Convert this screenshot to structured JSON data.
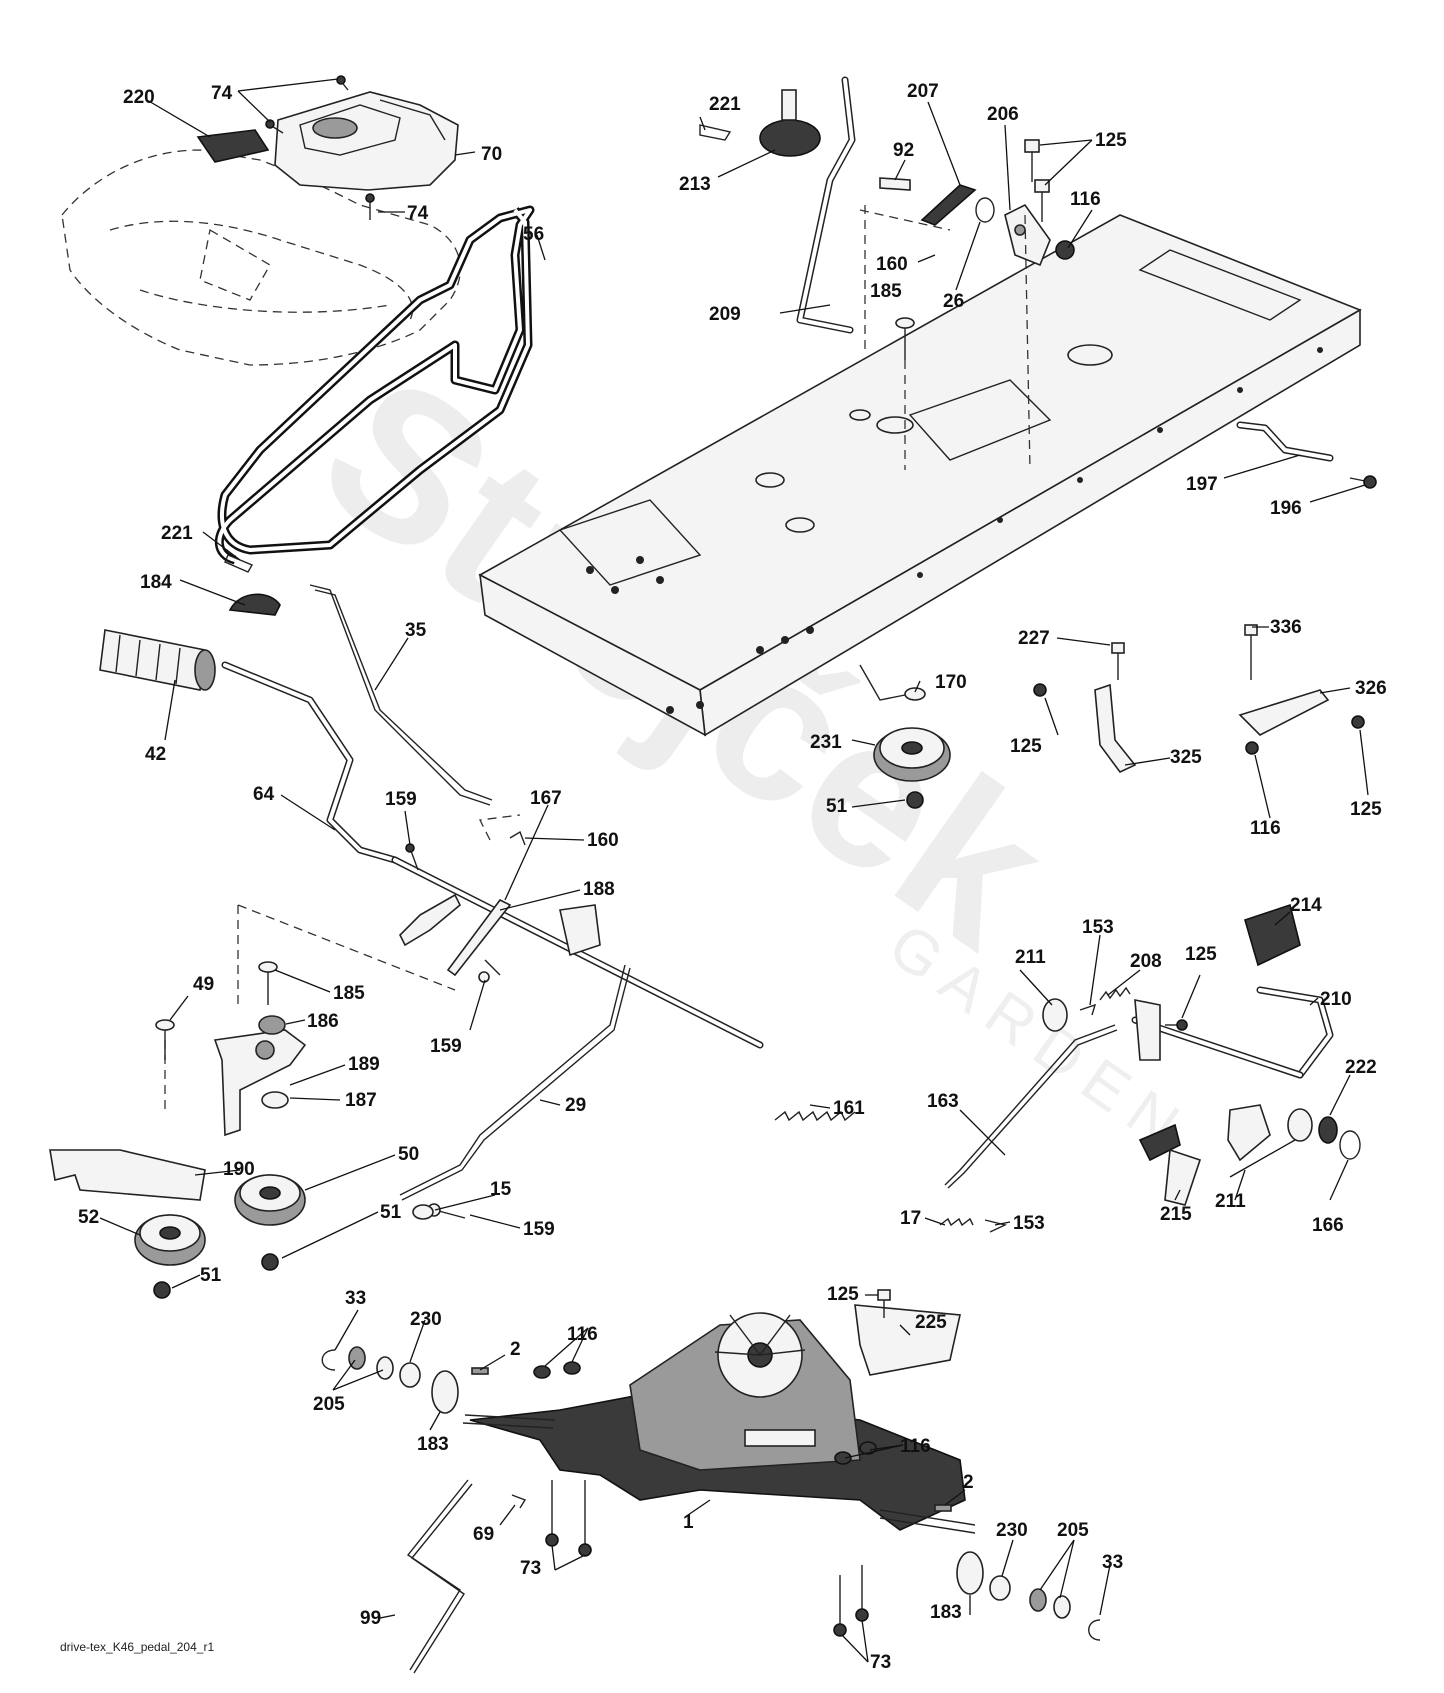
{
  "diagram": {
    "filename": "drive-tex_K46_pedal_204_r1",
    "watermark": "Strejček",
    "watermark_sub": "GARDEN",
    "callouts": [
      {
        "id": "c220",
        "label": "220"
      },
      {
        "id": "c74a",
        "label": "74"
      },
      {
        "id": "c70",
        "label": "70"
      },
      {
        "id": "c74b",
        "label": "74"
      },
      {
        "id": "c56",
        "label": "56"
      },
      {
        "id": "c221a",
        "label": "221"
      },
      {
        "id": "c213",
        "label": "213"
      },
      {
        "id": "c207",
        "label": "207"
      },
      {
        "id": "c92",
        "label": "92"
      },
      {
        "id": "c206",
        "label": "206"
      },
      {
        "id": "c125a",
        "label": "125"
      },
      {
        "id": "c116a",
        "label": "116"
      },
      {
        "id": "c160a",
        "label": "160"
      },
      {
        "id": "c26",
        "label": "26"
      },
      {
        "id": "c209",
        "label": "209"
      },
      {
        "id": "c185a",
        "label": "185"
      },
      {
        "id": "c197",
        "label": "197"
      },
      {
        "id": "c196",
        "label": "196"
      },
      {
        "id": "c221b",
        "label": "221"
      },
      {
        "id": "c184",
        "label": "184"
      },
      {
        "id": "c35",
        "label": "35"
      },
      {
        "id": "c42",
        "label": "42"
      },
      {
        "id": "c227",
        "label": "227"
      },
      {
        "id": "c170",
        "label": "170"
      },
      {
        "id": "c336",
        "label": "336"
      },
      {
        "id": "c326",
        "label": "326"
      },
      {
        "id": "c125b",
        "label": "125"
      },
      {
        "id": "c231",
        "label": "231"
      },
      {
        "id": "c325",
        "label": "325"
      },
      {
        "id": "c51a",
        "label": "51"
      },
      {
        "id": "c116b",
        "label": "116"
      },
      {
        "id": "c125c",
        "label": "125"
      },
      {
        "id": "c64",
        "label": "64"
      },
      {
        "id": "c159a",
        "label": "159"
      },
      {
        "id": "c167",
        "label": "167"
      },
      {
        "id": "c160b",
        "label": "160"
      },
      {
        "id": "c188",
        "label": "188"
      },
      {
        "id": "c214",
        "label": "214"
      },
      {
        "id": "c153a",
        "label": "153"
      },
      {
        "id": "c211a",
        "label": "211"
      },
      {
        "id": "c208",
        "label": "208"
      },
      {
        "id": "c125d",
        "label": "125"
      },
      {
        "id": "c49",
        "label": "49"
      },
      {
        "id": "c185b",
        "label": "185"
      },
      {
        "id": "c186",
        "label": "186"
      },
      {
        "id": "c159b",
        "label": "159"
      },
      {
        "id": "c189",
        "label": "189"
      },
      {
        "id": "c210",
        "label": "210"
      },
      {
        "id": "c222",
        "label": "222"
      },
      {
        "id": "c29",
        "label": "29"
      },
      {
        "id": "c161",
        "label": "161"
      },
      {
        "id": "c163",
        "label": "163"
      },
      {
        "id": "c187",
        "label": "187"
      },
      {
        "id": "c50",
        "label": "50"
      },
      {
        "id": "c190",
        "label": "190"
      },
      {
        "id": "c15",
        "label": "15"
      },
      {
        "id": "c52",
        "label": "52"
      },
      {
        "id": "c51b",
        "label": "51"
      },
      {
        "id": "c159c",
        "label": "159"
      },
      {
        "id": "c17",
        "label": "17"
      },
      {
        "id": "c215",
        "label": "215"
      },
      {
        "id": "c211b",
        "label": "211"
      },
      {
        "id": "c153b",
        "label": "153"
      },
      {
        "id": "c166",
        "label": "166"
      },
      {
        "id": "c51c",
        "label": "51"
      },
      {
        "id": "c125e",
        "label": "125"
      },
      {
        "id": "c33a",
        "label": "33"
      },
      {
        "id": "c230a",
        "label": "230"
      },
      {
        "id": "c225",
        "label": "225"
      },
      {
        "id": "c116c",
        "label": "116"
      },
      {
        "id": "c2a",
        "label": "2"
      },
      {
        "id": "c205a",
        "label": "205"
      },
      {
        "id": "c183a",
        "label": "183"
      },
      {
        "id": "c116d",
        "label": "116"
      },
      {
        "id": "c2b",
        "label": "2"
      },
      {
        "id": "c1",
        "label": "1"
      },
      {
        "id": "c69",
        "label": "69"
      },
      {
        "id": "c230b",
        "label": "230"
      },
      {
        "id": "c205b",
        "label": "205"
      },
      {
        "id": "c73a",
        "label": "73"
      },
      {
        "id": "c33b",
        "label": "33"
      },
      {
        "id": "c99",
        "label": "99"
      },
      {
        "id": "c183b",
        "label": "183"
      },
      {
        "id": "c73b",
        "label": "73"
      }
    ]
  }
}
